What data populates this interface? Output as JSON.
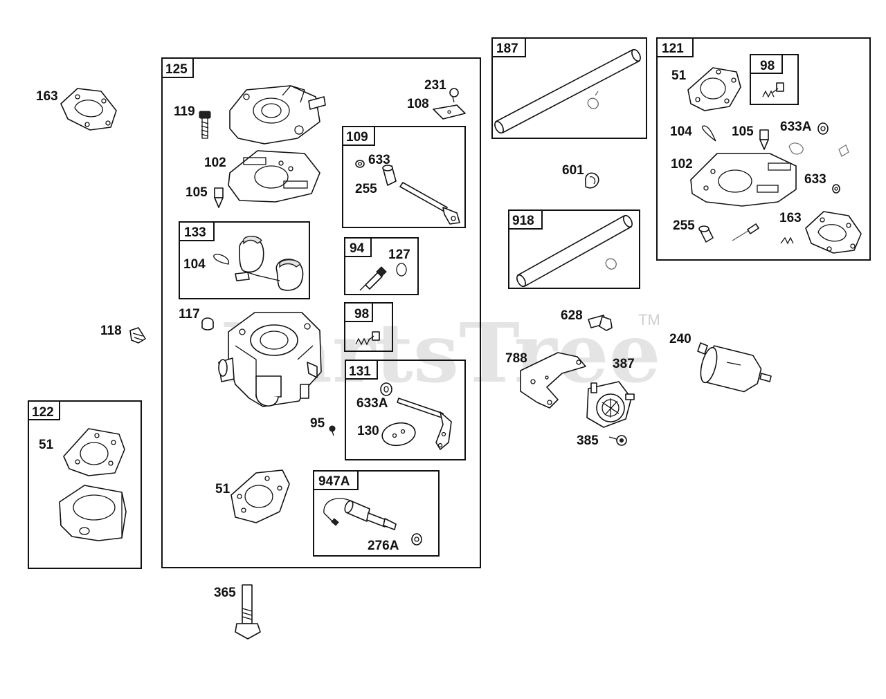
{
  "watermark": {
    "text": "PartsTree",
    "trademark": "TM"
  },
  "groups": [
    {
      "id": "125",
      "label": "125"
    },
    {
      "id": "133",
      "label": "133"
    },
    {
      "id": "109",
      "label": "109"
    },
    {
      "id": "94",
      "label": "94"
    },
    {
      "id": "98a",
      "label": "98"
    },
    {
      "id": "131",
      "label": "131"
    },
    {
      "id": "947A",
      "label": "947A"
    },
    {
      "id": "122",
      "label": "122"
    },
    {
      "id": "187",
      "label": "187"
    },
    {
      "id": "918",
      "label": "918"
    },
    {
      "id": "121",
      "label": "121"
    },
    {
      "id": "98b",
      "label": "98"
    }
  ],
  "callouts": {
    "c163a": "163",
    "c119": "119",
    "c102a": "102",
    "c105a": "105",
    "c231": "231",
    "c108": "108",
    "c633a": "633",
    "c255a": "255",
    "c104a": "104",
    "c127": "127",
    "c117": "117",
    "c118": "118",
    "c633Aa": "633A",
    "c130": "130",
    "c95": "95",
    "c51a": "51",
    "c276A": "276A",
    "c51b": "51",
    "c365": "365",
    "c601": "601",
    "c628": "628",
    "c788": "788",
    "c387": "387",
    "c385": "385",
    "c240": "240",
    "c51c": "51",
    "c104b": "104",
    "c105b": "105",
    "c633Ab": "633A",
    "c102b": "102",
    "c633b": "633",
    "c255b": "255",
    "c163b": "163"
  },
  "icons": {
    "gasket": "gasket-icon",
    "carburetor": "carburetor-icon",
    "fuel_pipe": "fuel-pipe-icon",
    "fuel_filter": "fuel-filter-icon",
    "fuel_pump": "fuel-pump-icon",
    "bolt": "bolt-icon",
    "screw": "screw-icon",
    "spring": "spring-icon",
    "solenoid": "solenoid-icon",
    "float": "float-icon",
    "clamp": "clamp-icon",
    "washer": "washer-icon",
    "bracket": "bracket-icon"
  }
}
